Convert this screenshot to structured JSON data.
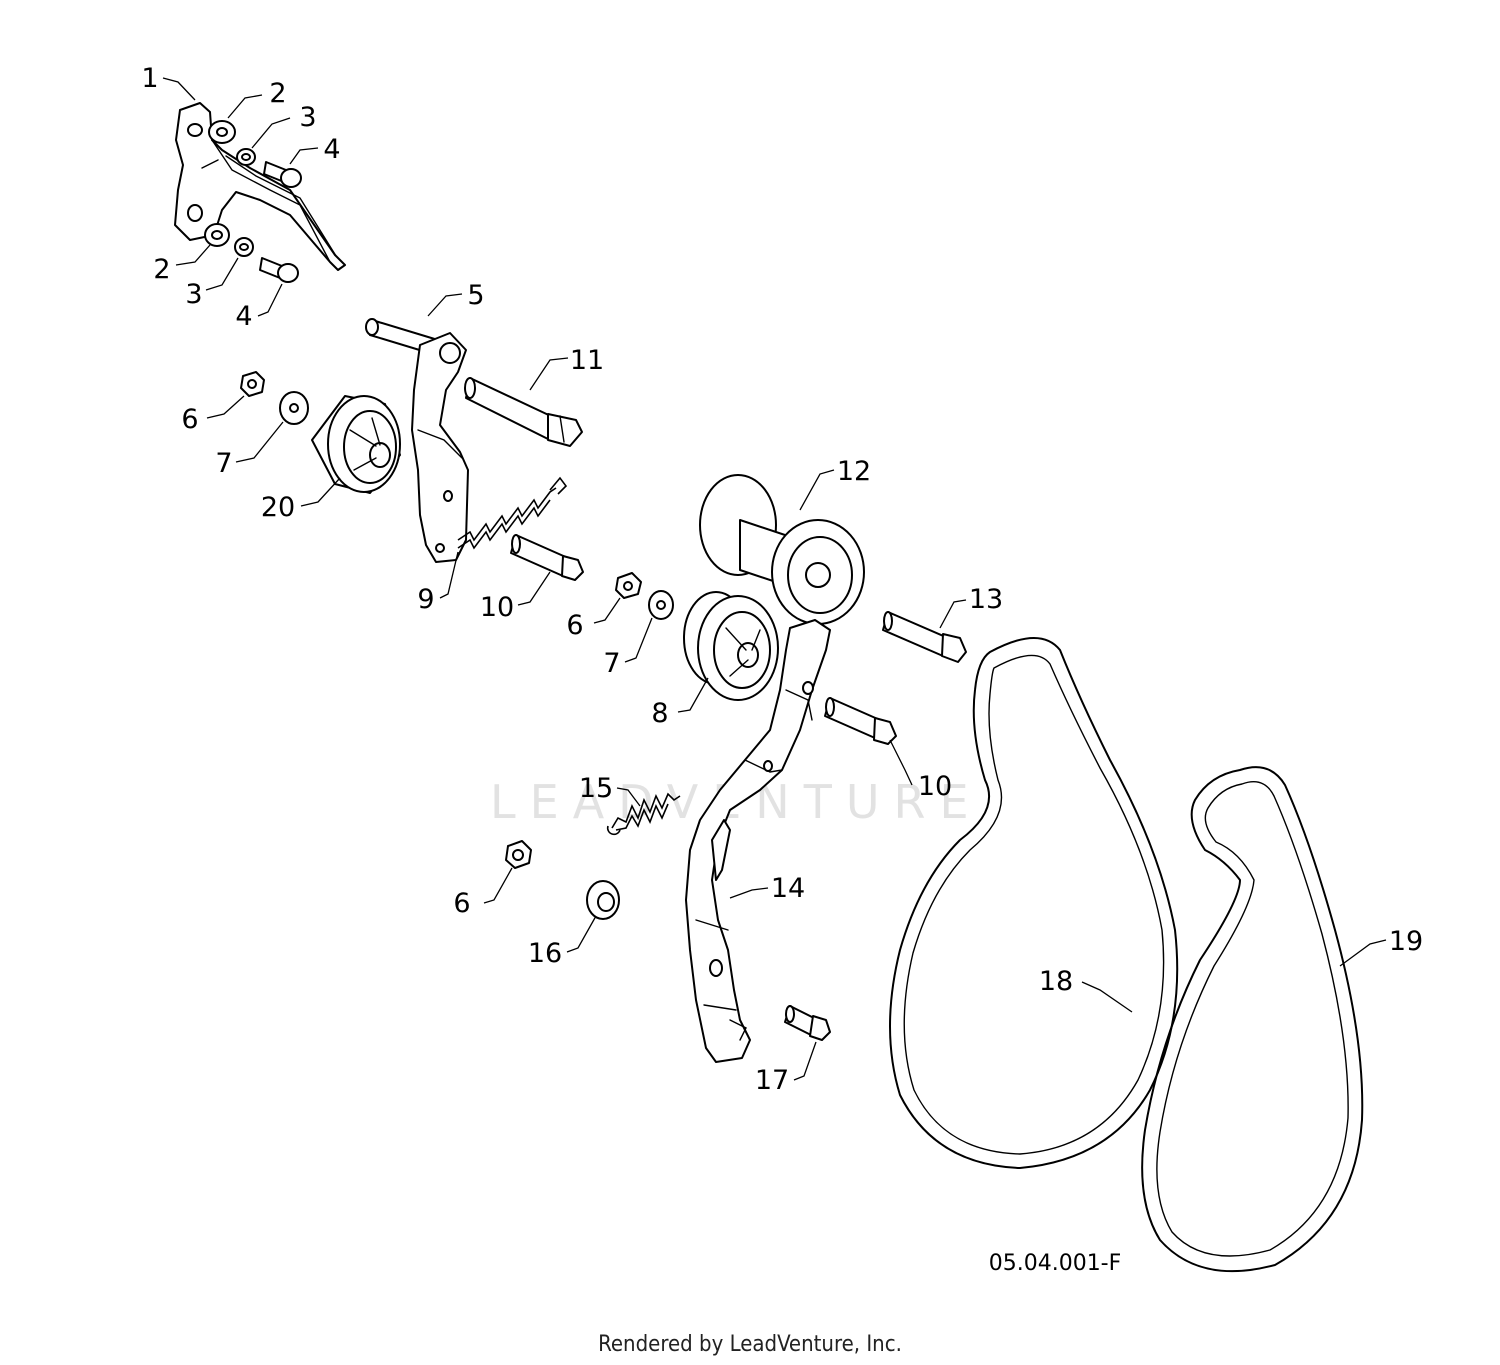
{
  "diagram": {
    "reference_code": "05.04.001-F",
    "credit": "Rendered by LeadVenture, Inc.",
    "watermark": "LEADVENTURE",
    "colors": {
      "line": "#000000",
      "background": "#ffffff",
      "watermark": "#e2e2e2"
    },
    "callouts": [
      {
        "id": "c1",
        "label": "1"
      },
      {
        "id": "c2a",
        "label": "2"
      },
      {
        "id": "c3a",
        "label": "3"
      },
      {
        "id": "c4a",
        "label": "4"
      },
      {
        "id": "c2b",
        "label": "2"
      },
      {
        "id": "c3b",
        "label": "3"
      },
      {
        "id": "c4b",
        "label": "4"
      },
      {
        "id": "c5",
        "label": "5"
      },
      {
        "id": "c11",
        "label": "11"
      },
      {
        "id": "c6a",
        "label": "6"
      },
      {
        "id": "c7a",
        "label": "7"
      },
      {
        "id": "c20",
        "label": "20"
      },
      {
        "id": "c12",
        "label": "12"
      },
      {
        "id": "c9",
        "label": "9"
      },
      {
        "id": "c10a",
        "label": "10"
      },
      {
        "id": "c6b",
        "label": "6"
      },
      {
        "id": "c7b",
        "label": "7"
      },
      {
        "id": "c13",
        "label": "13"
      },
      {
        "id": "c8",
        "label": "8"
      },
      {
        "id": "c10b",
        "label": "10"
      },
      {
        "id": "c15",
        "label": "15"
      },
      {
        "id": "c14",
        "label": "14"
      },
      {
        "id": "c6c",
        "label": "6"
      },
      {
        "id": "c16",
        "label": "16"
      },
      {
        "id": "c18",
        "label": "18"
      },
      {
        "id": "c19",
        "label": "19"
      },
      {
        "id": "c17",
        "label": "17"
      }
    ]
  }
}
